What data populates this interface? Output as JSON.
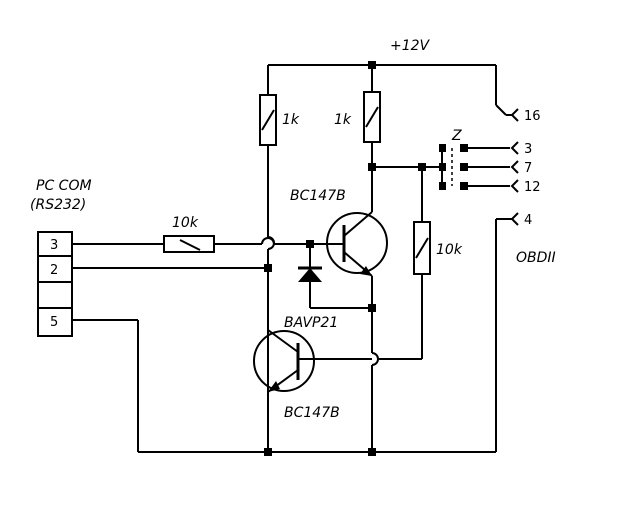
{
  "supply_label": "+12V",
  "connector_pc": {
    "title_line1": "PC COM",
    "title_line2": "(RS232)",
    "pins": [
      "3",
      "2",
      "",
      "5"
    ]
  },
  "connector_obd": {
    "title": "OBDII",
    "pins": [
      "16",
      "3",
      "7",
      "12",
      "4"
    ]
  },
  "switch_label": "Z",
  "components": {
    "r_left": "1k",
    "r_right": "1k",
    "r_input": "10k",
    "r_feedback": "10k",
    "t_upper": "BC147B",
    "t_lower": "BC147B",
    "diode": "BAVP21"
  }
}
